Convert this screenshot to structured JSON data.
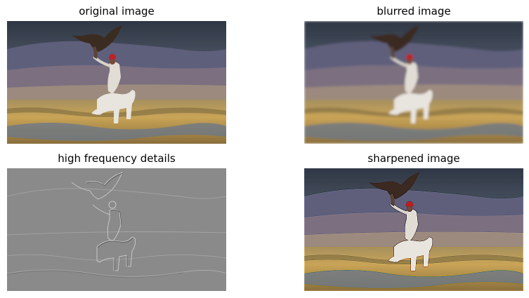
{
  "panels": [
    {
      "title": "original image"
    },
    {
      "title": "blurred image"
    },
    {
      "title": "high frequency details"
    },
    {
      "title": "sharpened image"
    }
  ],
  "colors": {
    "sky_dark": "#3a4250",
    "sky_light": "#5d6678",
    "mountain": "#5c5d77",
    "hill": "#8c7e86",
    "grass": "#b99a55",
    "water": "#6f7a86",
    "horse": "#e6e2dc",
    "detail_gray": "#8a8a8a"
  }
}
